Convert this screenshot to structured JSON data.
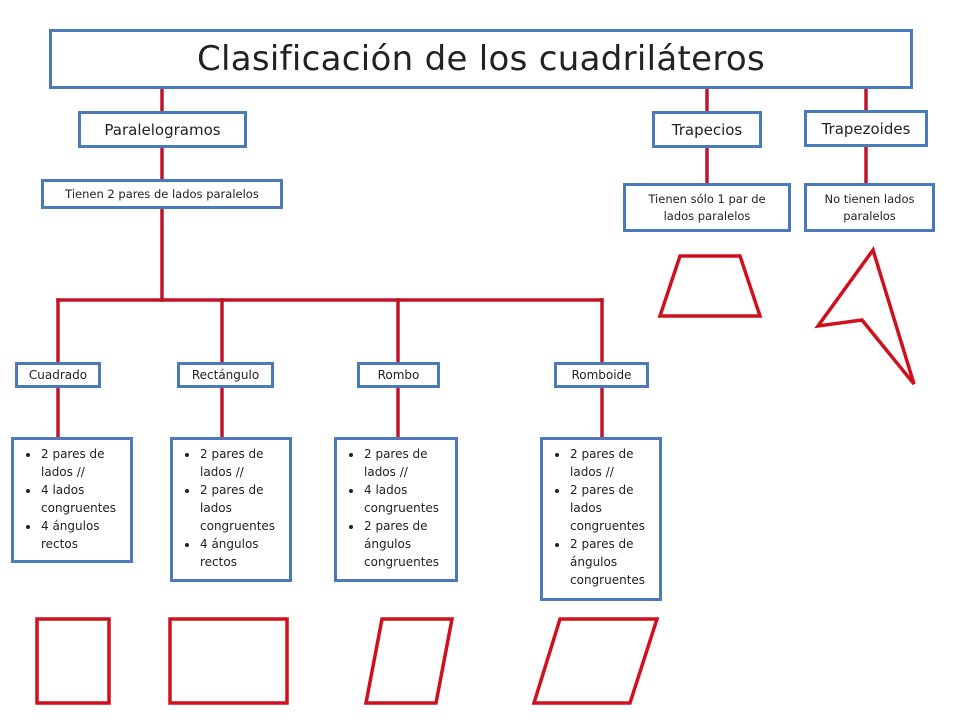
{
  "title": "Clasificación de los cuadriláteros",
  "groups": {
    "paralelogramos": {
      "label": "Paralelogramos",
      "description": "Tienen 2 pares de lados paralelos"
    },
    "trapecios": {
      "label": "Trapecios",
      "description": "Tienen sólo 1 par de lados paralelos"
    },
    "trapezoides": {
      "label": "Trapezoides",
      "description": "No tienen lados paralelos"
    }
  },
  "parallelograms": [
    {
      "label": "Cuadrado",
      "properties": [
        "2 pares de lados //",
        "4 lados congruentes",
        "4 ángulos rectos"
      ]
    },
    {
      "label": "Rectángulo",
      "properties": [
        "2 pares de lados //",
        "2  pares de lados congruentes",
        "4 ángulos rectos"
      ]
    },
    {
      "label": "Rombo",
      "properties": [
        "2 pares de lados //",
        "4 lados congruentes",
        "2 pares de ángulos congruentes"
      ]
    },
    {
      "label": "Romboide",
      "properties": [
        "2 pares de lados //",
        "2 pares de lados congruentes",
        "2 pares de ángulos congruentes"
      ]
    }
  ],
  "colors": {
    "connector": "#c0152a",
    "border": "#4a7ab8",
    "shape": "#d0101e"
  }
}
